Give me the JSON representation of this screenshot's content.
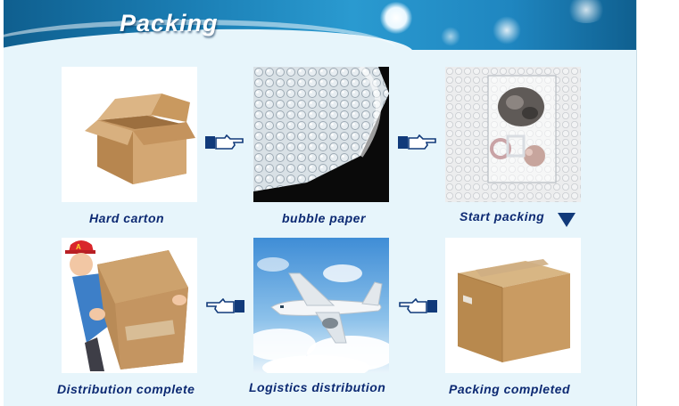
{
  "header": {
    "title": "Packing",
    "bg_color": "#1b7fb5"
  },
  "steps": [
    {
      "label": "Hard carton"
    },
    {
      "label": "bubble paper"
    },
    {
      "label": "Start packing"
    },
    {
      "label": "Distribution complete"
    },
    {
      "label": "Logistics distribution"
    },
    {
      "label": "Packing completed"
    }
  ],
  "icons": {
    "flow_arrow": "pointing-hand-icon",
    "down_arrow": "triangle-down-icon"
  },
  "colors": {
    "caption": "#0d2a73",
    "arrow": "#113a7a",
    "background": "#e7f5fb"
  }
}
